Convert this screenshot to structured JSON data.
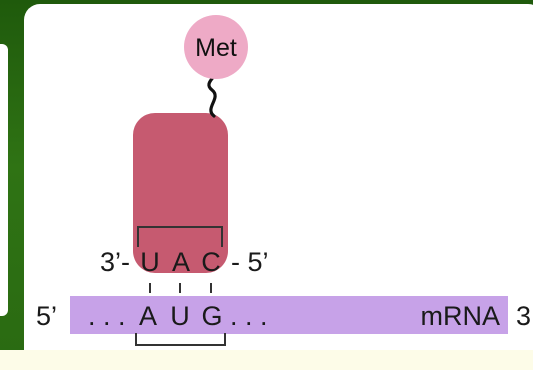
{
  "amino_acid": "Met",
  "trna": {
    "end_3": "3’-",
    "end_5": "- 5’",
    "anticodon": [
      "U",
      "A",
      "C"
    ]
  },
  "mrna": {
    "end_5": "5’",
    "end_3": "3",
    "leading_dots": ". . .",
    "codon": [
      "A",
      "U",
      "G"
    ],
    "trailing_dots": ". . .",
    "label": "mRNA"
  },
  "colors": {
    "background": "#2e6e14",
    "met_circle": "#eeaac6",
    "trna_body": "#c65a70",
    "mrna_strand": "#c7a2e8",
    "line": "#333333"
  }
}
